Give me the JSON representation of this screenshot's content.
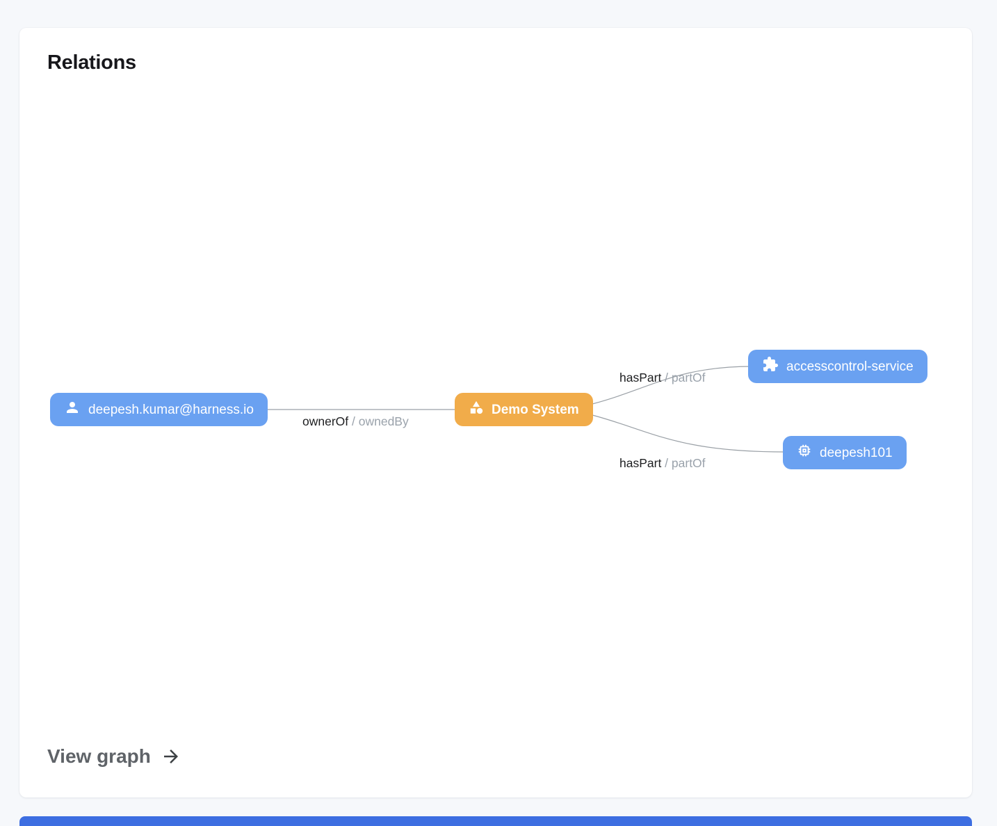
{
  "card": {
    "title": "Relations",
    "footer_link": "View graph"
  },
  "colors": {
    "node_blue": "#6AA1F1",
    "node_orange": "#F1AC4A",
    "edge_line": "#9aa0a6",
    "accent_bar": "#3D6EE1"
  },
  "graph": {
    "nodes": [
      {
        "label": "deepesh.kumar@harness.io",
        "icon": "user-icon",
        "color": "#6AA1F1"
      },
      {
        "label": "Demo System",
        "icon": "category-icon",
        "color": "#F1AC4A"
      },
      {
        "label": "accesscontrol-service",
        "icon": "puzzle-icon",
        "color": "#6AA1F1"
      },
      {
        "label": "deepesh101",
        "icon": "chip-icon",
        "color": "#6AA1F1"
      }
    ],
    "edges": [
      {
        "primary": "ownerOf",
        "sep": " / ",
        "secondary": "ownedBy"
      },
      {
        "primary": "hasPart",
        "sep": " / ",
        "secondary": "partOf"
      },
      {
        "primary": "hasPart",
        "sep": " / ",
        "secondary": "partOf"
      }
    ]
  }
}
